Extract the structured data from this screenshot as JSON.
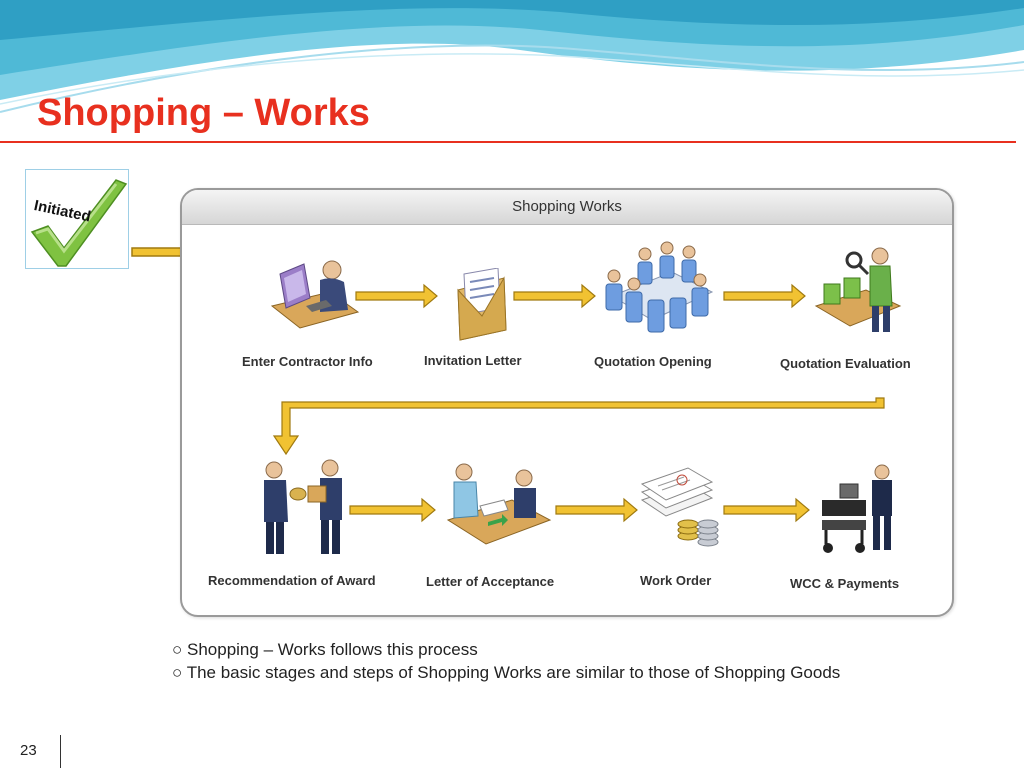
{
  "slide": {
    "title": "Shopping – Works",
    "page_number": "23"
  },
  "badge": {
    "label": "Initiated"
  },
  "process": {
    "title": "Shopping Works",
    "steps": [
      {
        "label": "Enter Contractor Info",
        "icon": "computer-user-icon"
      },
      {
        "label": "Invitation Letter",
        "icon": "envelope-icon"
      },
      {
        "label": "Quotation Opening",
        "icon": "meeting-table-icon"
      },
      {
        "label": "Quotation Evaluation",
        "icon": "inspector-icon"
      },
      {
        "label": "Recommendation of Award",
        "icon": "handover-icon"
      },
      {
        "label": "Letter of Acceptance",
        "icon": "document-exchange-icon"
      },
      {
        "label": "Work Order",
        "icon": "papers-coins-icon"
      },
      {
        "label": "WCC & Payments",
        "icon": "cart-person-icon"
      }
    ]
  },
  "bullets": [
    "Shopping – Works follows this process",
    "The basic stages and steps of Shopping Works are similar to those of Shopping Goods"
  ],
  "colors": {
    "title": "#e8301f",
    "arrow": "#f1c232",
    "arrow_outline": "#a07a10",
    "check": "#7fc241",
    "wave": "#4fb9d6"
  }
}
